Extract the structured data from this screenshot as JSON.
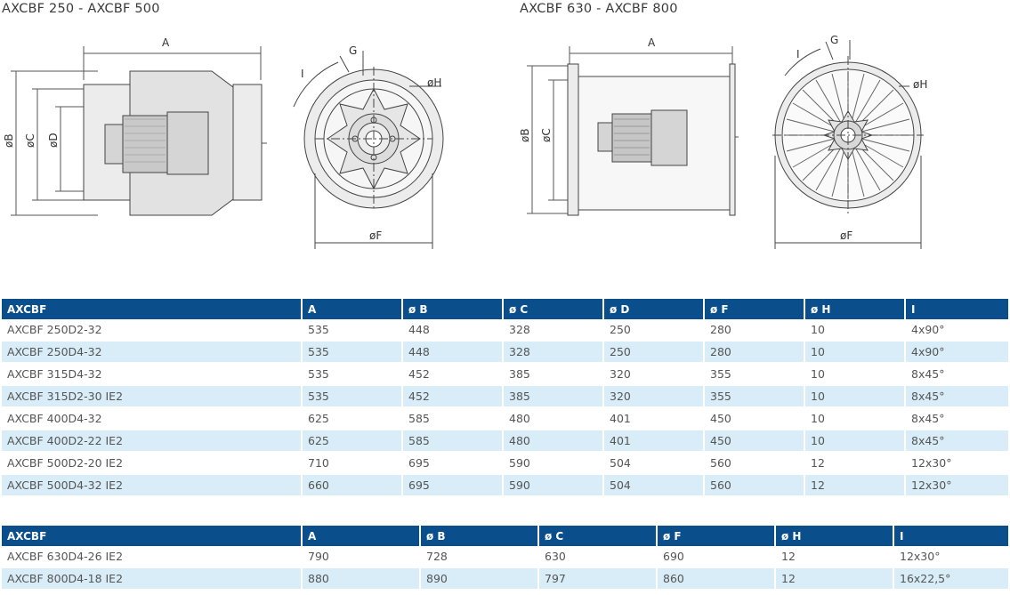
{
  "drawing_titles": {
    "small": "AXCBF 250 - AXCBF 500",
    "large": "AXCBF 630 - AXCBF 800"
  },
  "dimension_labels": {
    "a": "A",
    "b": "øB",
    "c": "øC",
    "d": "øD",
    "f": "øF",
    "g": "G",
    "h": "øH",
    "i": "I"
  },
  "table1": {
    "headers": [
      "AXCBF",
      "A",
      "ø B",
      "ø C",
      "ø D",
      "ø F",
      "ø H",
      "I"
    ],
    "rows": [
      [
        "AXCBF 250D2-32",
        "535",
        "448",
        "328",
        "250",
        "280",
        "10",
        "4x90°"
      ],
      [
        "AXCBF 250D4-32",
        "535",
        "448",
        "328",
        "250",
        "280",
        "10",
        "4x90°"
      ],
      [
        "AXCBF 315D4-32",
        "535",
        "452",
        "385",
        "320",
        "355",
        "10",
        "8x45°"
      ],
      [
        "AXCBF 315D2-30 IE2",
        "535",
        "452",
        "385",
        "320",
        "355",
        "10",
        "8x45°"
      ],
      [
        "AXCBF 400D4-32",
        "625",
        "585",
        "480",
        "401",
        "450",
        "10",
        "8x45°"
      ],
      [
        "AXCBF 400D2-22 IE2",
        "625",
        "585",
        "480",
        "401",
        "450",
        "10",
        "8x45°"
      ],
      [
        "AXCBF 500D2-20 IE2",
        "710",
        "695",
        "590",
        "504",
        "560",
        "12",
        "12x30°"
      ],
      [
        "AXCBF 500D4-32 IE2",
        "660",
        "695",
        "590",
        "504",
        "560",
        "12",
        "12x30°"
      ]
    ]
  },
  "table2": {
    "headers": [
      "AXCBF",
      "A",
      "ø B",
      "ø C",
      "ø F",
      "ø H",
      "I"
    ],
    "rows": [
      [
        "AXCBF 630D4-26 IE2",
        "790",
        "728",
        "630",
        "690",
        "12",
        "12x30°"
      ],
      [
        "AXCBF 800D4-18 IE2",
        "880",
        "890",
        "797",
        "860",
        "12",
        "16x22,5°"
      ]
    ]
  }
}
